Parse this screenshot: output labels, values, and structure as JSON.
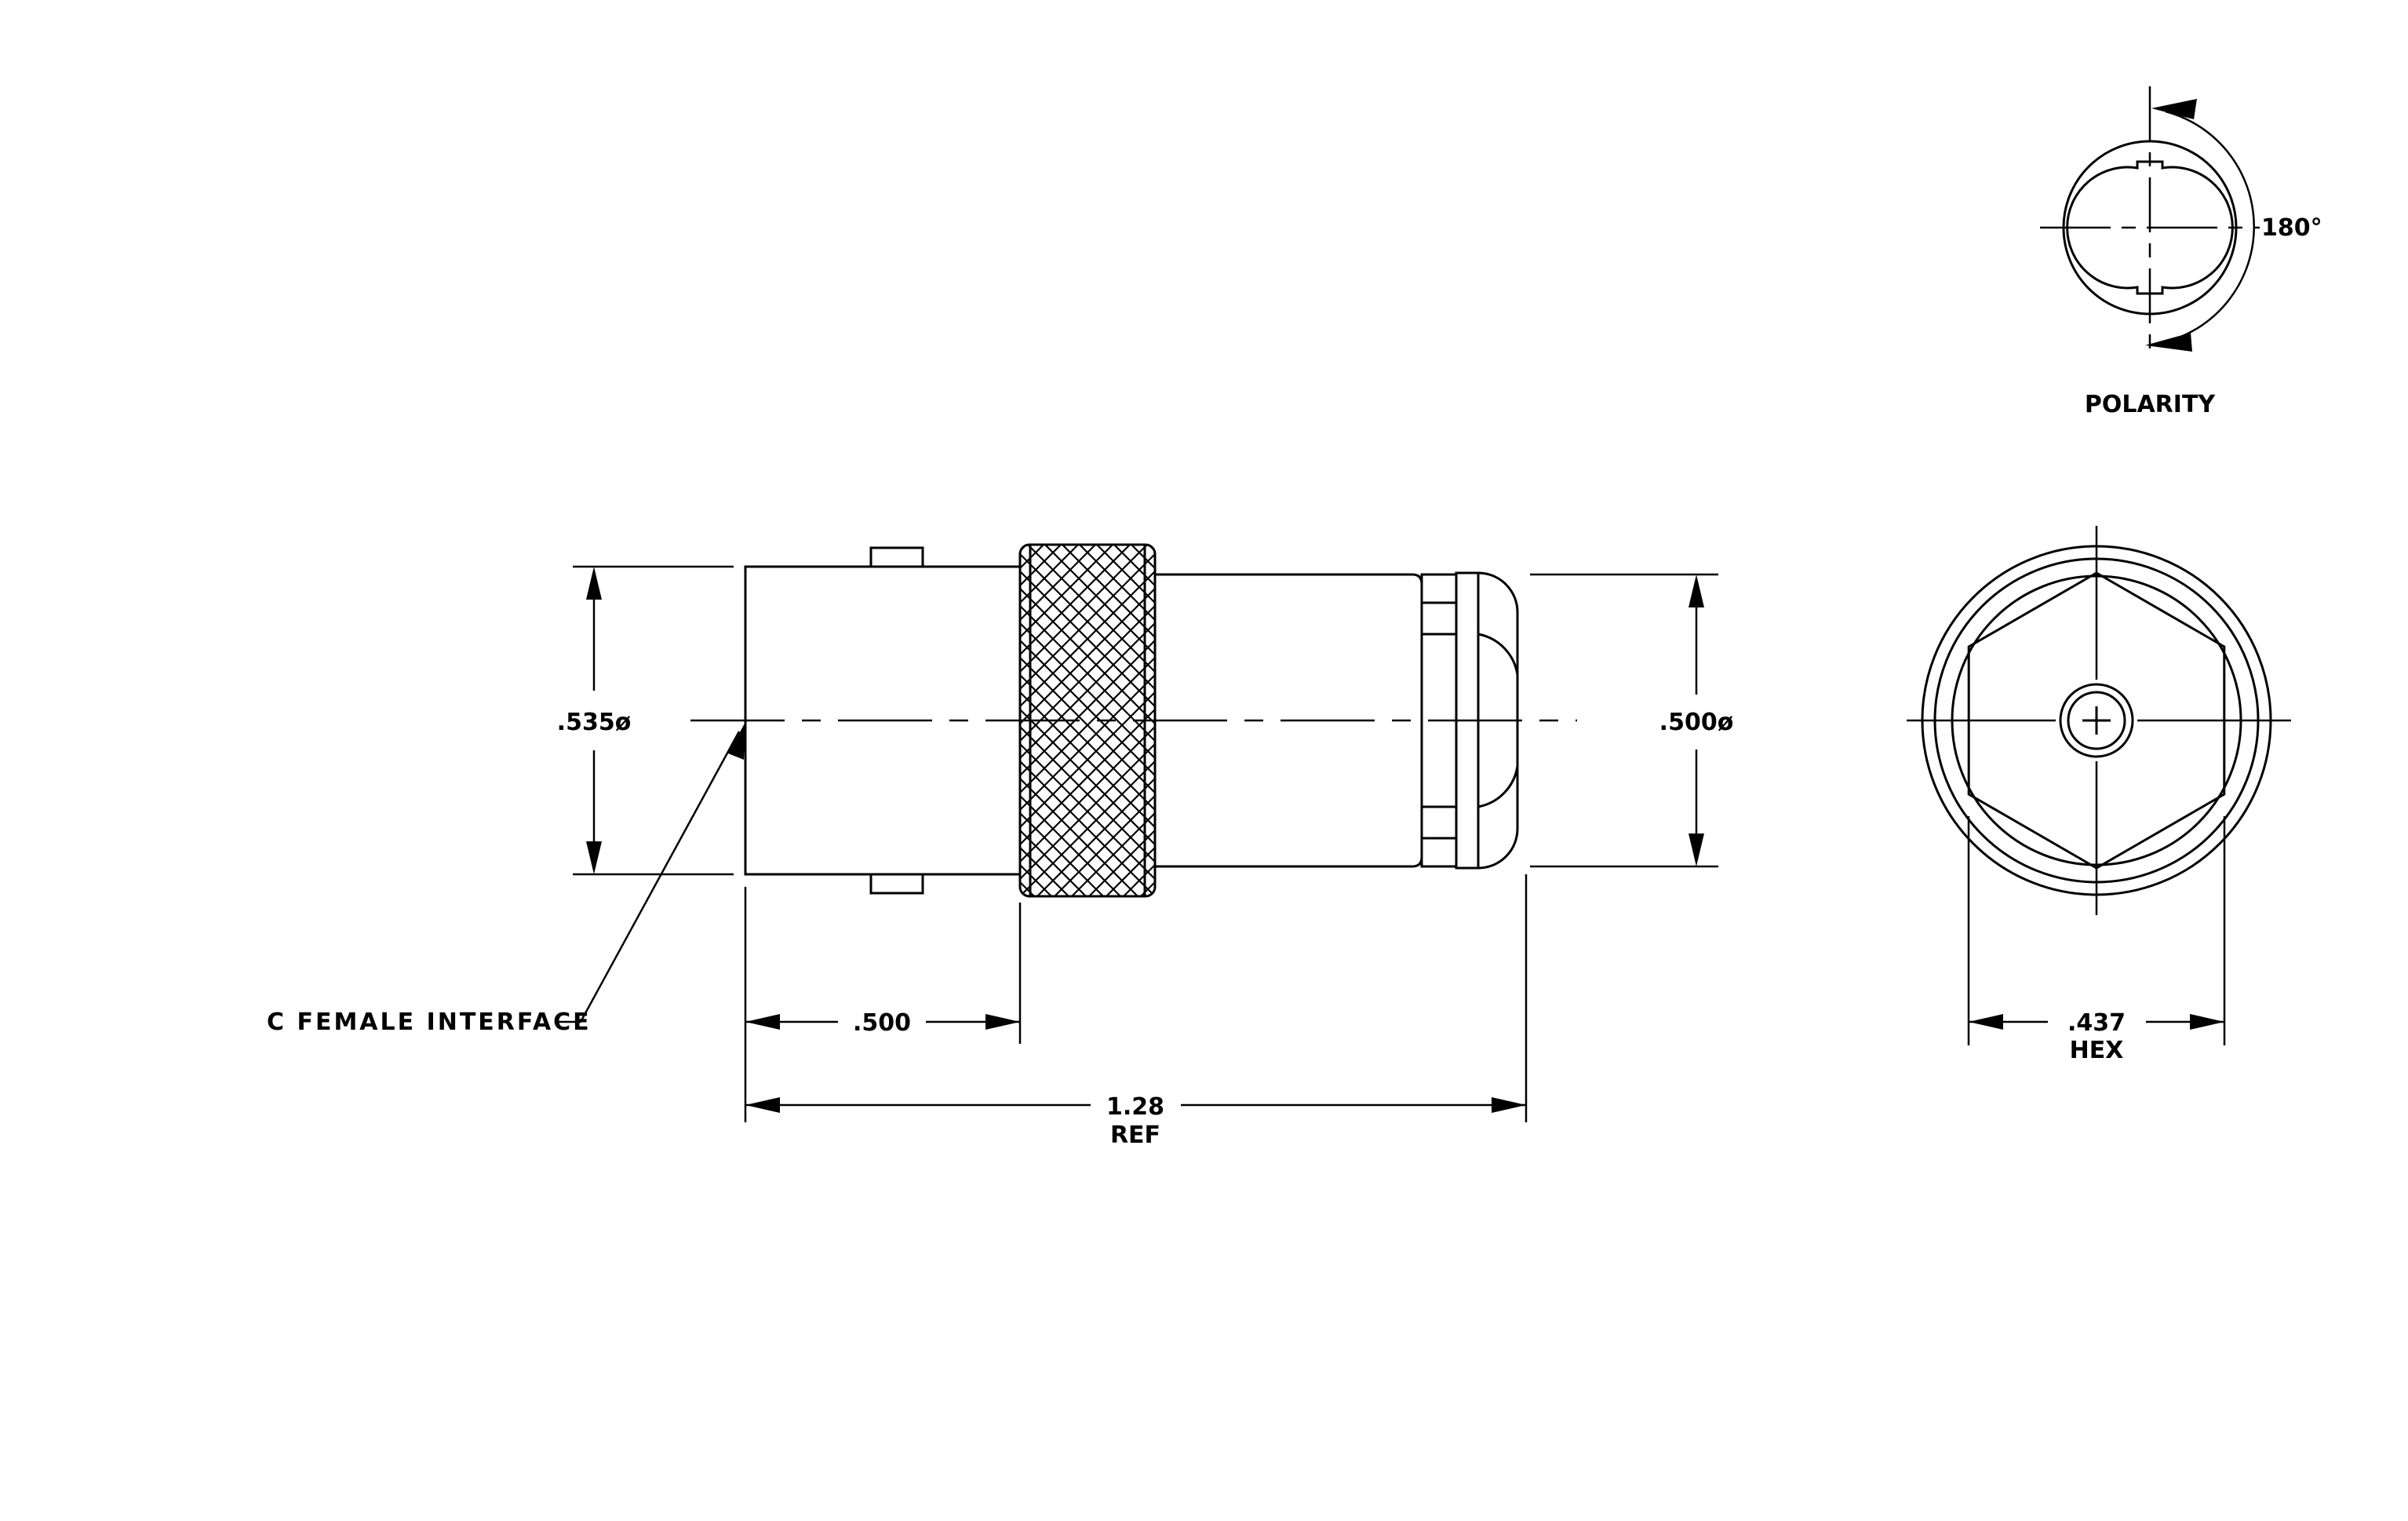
{
  "labels": {
    "polarity": "POLARITY",
    "polarity_angle": "180°",
    "body_diameter": ".535ø",
    "rear_diameter": ".500ø",
    "interface_callout": "C FEMALE INTERFACE",
    "front_length": ".500",
    "overall_length": "1.28",
    "overall_length_note": "REF",
    "hex_size": ".437",
    "hex_note": "HEX"
  },
  "colors": {
    "line": "#000000",
    "background": "#ffffff"
  }
}
